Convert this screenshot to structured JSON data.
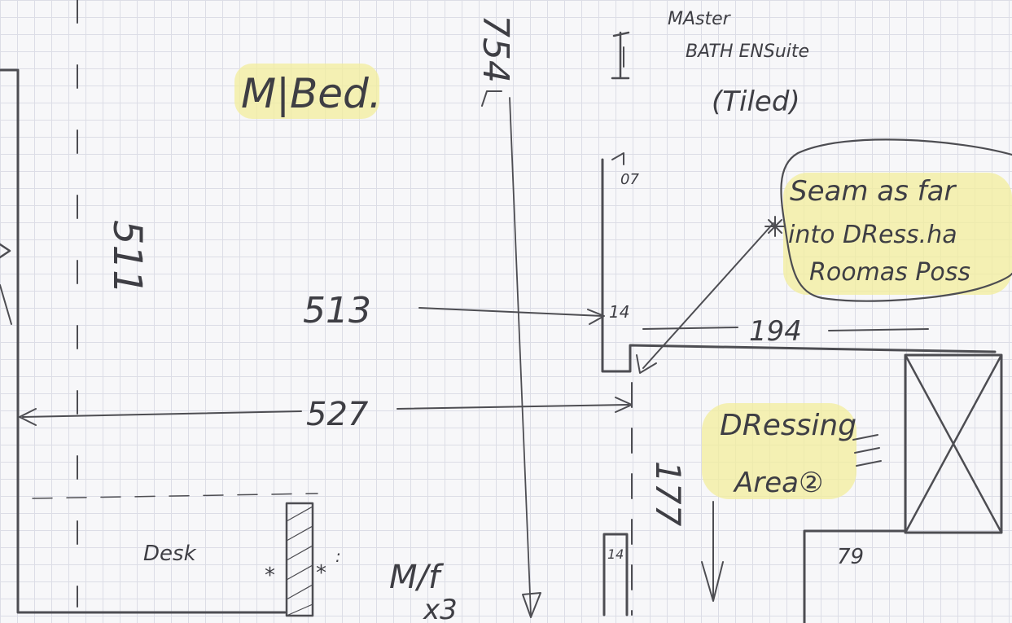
{
  "labels": {
    "bedroom": "M|Bed.",
    "master_line1": "MAster",
    "master_line2": "BATH ENSuite",
    "tiled": "(Tiled)",
    "dressing_line1": "DRessing",
    "dressing_line2": "Area②",
    "desk": "Desk",
    "mf": "M/f",
    "mf_count": "x3",
    "dim_513": "513",
    "dim_527": "527",
    "dim_194": "194",
    "dim_754": "754",
    "dim_177": "177",
    "dim_79": "79",
    "dim_511": "511",
    "mark_07": "07",
    "mark_14a": "14",
    "mark_14b": "14",
    "note_line1": "Seam as far",
    "note_line2": "into DRess.ha",
    "note_line3": "Roomas Poss"
  }
}
